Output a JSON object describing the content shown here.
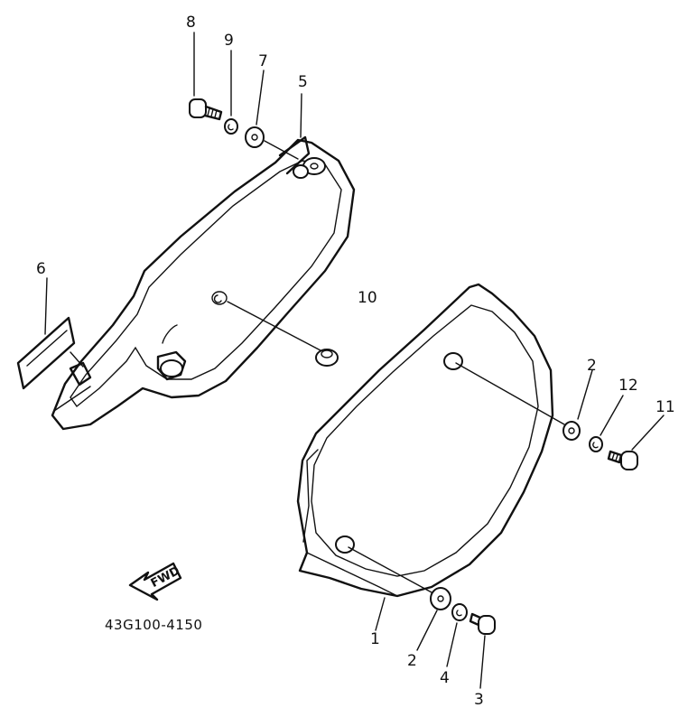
{
  "diagram": {
    "part_code": "43G100-4150",
    "fwd_label": "FWD",
    "callouts": {
      "c1": "1",
      "c2a": "2",
      "c2b": "2",
      "c3": "3",
      "c4": "4",
      "c5": "5",
      "c6": "6",
      "c7": "7",
      "c8": "8",
      "c9": "9",
      "c10": "10",
      "c11": "11",
      "c12": "12"
    }
  }
}
